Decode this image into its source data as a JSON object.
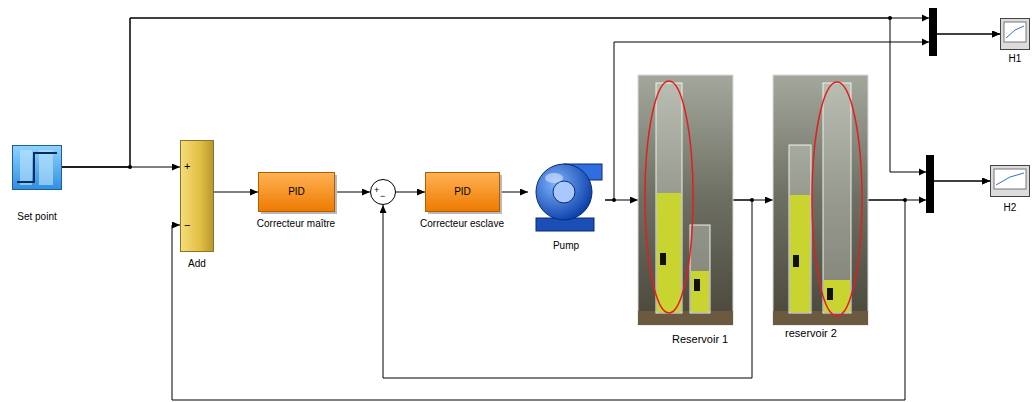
{
  "diagram": {
    "nodes": [
      {
        "text": [
          "Set point"
        ]
      },
      {
        "text": [
          "+",
          "−",
          "Add"
        ]
      },
      {
        "text": [
          "PID",
          "Correcteur maître"
        ]
      },
      {
        "text": [
          "+",
          "−"
        ]
      },
      {
        "text": [
          "PID",
          "Correcteur esclave"
        ]
      },
      {
        "text": [
          "Pump"
        ]
      },
      {
        "text": [
          "Reservoir 1"
        ]
      },
      {
        "text": [
          "reservoir 2"
        ]
      },
      {
        "text": [
          "H1"
        ]
      },
      {
        "text": [
          "H2"
        ]
      }
    ],
    "edges": [
      {
        "from": 0,
        "to": 1,
        "arrow": "to"
      },
      {
        "from": 0,
        "to": 8,
        "arrow": "to"
      },
      {
        "from": 0,
        "to": 9,
        "arrow": "to"
      },
      {
        "from": 1,
        "to": 2,
        "arrow": "to"
      },
      {
        "from": 2,
        "to": 3,
        "arrow": "to"
      },
      {
        "from": 3,
        "to": 4,
        "arrow": "to"
      },
      {
        "from": 4,
        "to": 5,
        "arrow": "to"
      },
      {
        "from": 5,
        "to": 6,
        "arrow": "to"
      },
      {
        "from": 5,
        "to": 8,
        "arrow": "to"
      },
      {
        "from": 6,
        "to": 7,
        "arrow": "to"
      },
      {
        "from": 6,
        "to": 3,
        "arrow": "to"
      },
      {
        "from": 7,
        "to": 9,
        "arrow": "to"
      },
      {
        "from": 7,
        "to": 1,
        "arrow": "to"
      }
    ]
  }
}
